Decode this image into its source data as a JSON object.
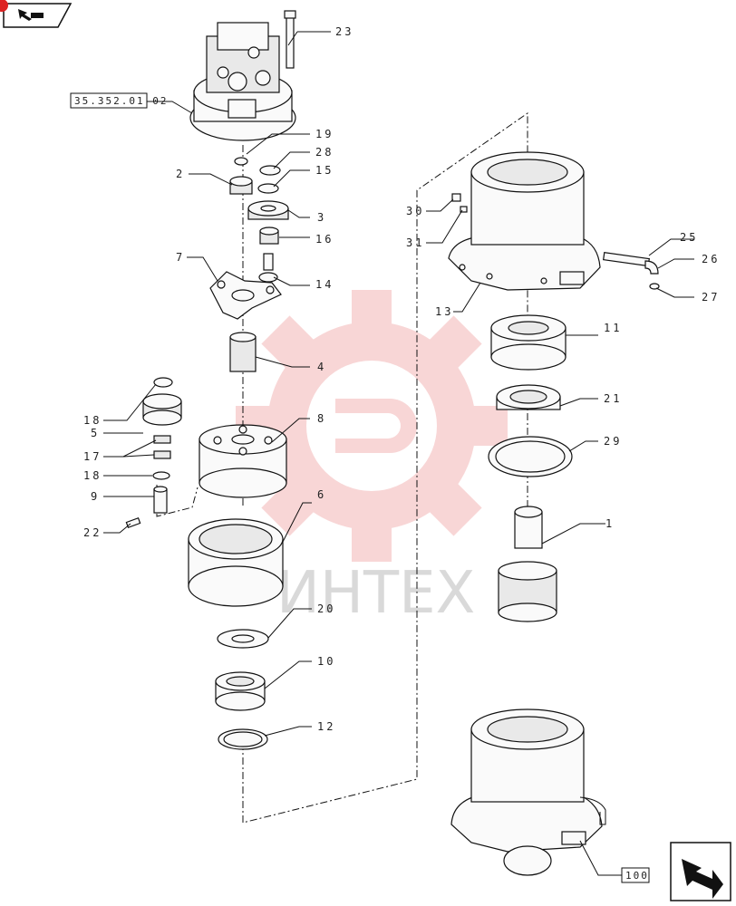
{
  "watermark": {
    "text": "ИНТЕХ",
    "gear_color": "#f6c9c9",
    "text_color": "#d9d9d9"
  },
  "nav": {
    "top_left_icon": "return-arrow-icon",
    "bottom_right_icon": "next-arrow-icon"
  },
  "references": {
    "top": "35.352.01 02",
    "bottom": "100"
  },
  "callouts": {
    "c1": "1",
    "c2": "2",
    "c3": "3",
    "c4": "4",
    "c5": "5",
    "c6": "6",
    "c7": "7",
    "c8": "8",
    "c9": "9",
    "c10": "10",
    "c11": "11",
    "c12": "12",
    "c13": "13",
    "c14": "14",
    "c15": "15",
    "c16": "16",
    "c17": "17",
    "c18a": "18",
    "c18b": "18",
    "c19": "19",
    "c20": "20",
    "c21": "21",
    "c22": "22",
    "c23": "23",
    "c25": "25",
    "c26": "26",
    "c27": "27",
    "c28": "28",
    "c29": "29",
    "c30": "30",
    "c31": "31"
  }
}
